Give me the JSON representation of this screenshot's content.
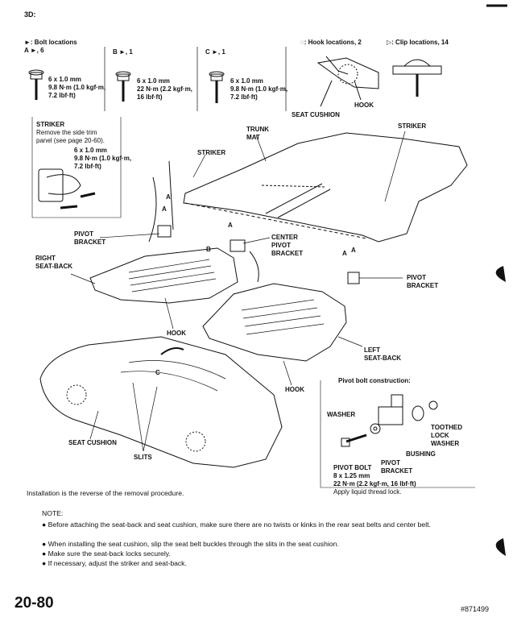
{
  "page_tag": "3D:",
  "legend": {
    "bolt_locations": "►: Bolt locations",
    "hook_locations": "◌: Hook locations, 2",
    "clip_locations": "▷: Clip locations, 14"
  },
  "bolt_groups": [
    {
      "label": "A ►, 6",
      "size": "6 x 1.0 mm",
      "torque1": "9.8 N·m (1.0 kgf·m,",
      "torque2": "7.2 lbf·ft)"
    },
    {
      "label": "B ►, 1",
      "size": "6 x 1.0 mm",
      "torque1": "22 N·m (2.2 kgf·m,",
      "torque2": "16 lbf·ft)"
    },
    {
      "label": "C ►, 1",
      "size": "6 x 1.0 mm",
      "torque1": "9.8 N·m (1.0 kgf·m,",
      "torque2": "7.2 lbf·ft)"
    }
  ],
  "striker_note": {
    "title": "STRIKER",
    "line1": "Remove the side trim",
    "line2": "panel (see page 20-60).",
    "size": "6 x 1.0 mm",
    "torque1": "9.8 N·m (1.0 kgf·m,",
    "torque2": "7.2 lbf·ft)"
  },
  "labels": {
    "seat_cushion_top": "SEAT CUSHION",
    "hook_top": "HOOK",
    "trunk_mat_1": "TRUNK",
    "trunk_mat_2": "MAT",
    "striker_right": "STRIKER",
    "striker_center": "STRIKER",
    "pivot_bracket_1": "PIVOT",
    "pivot_bracket_2": "BRACKET",
    "center_pivot_1": "CENTER",
    "center_pivot_2": "PIVOT",
    "center_pivot_3": "BRACKET",
    "right_seatback_1": "RIGHT",
    "right_seatback_2": "SEAT-BACK",
    "pivot_right_1": "PIVOT",
    "pivot_right_2": "BRACKET",
    "hook_mid": "HOOK",
    "left_seatback_1": "LEFT",
    "left_seatback_2": "SEAT-BACK",
    "hook_low": "HOOK",
    "seat_cushion_low": "SEAT CUSHION",
    "slits": "SLITS",
    "letter_a1": "A",
    "letter_a2": "A",
    "letter_a3": "A",
    "letter_a4": "A",
    "letter_a5": "A",
    "letter_b": "B",
    "letter_c": "C"
  },
  "pivot_construction": {
    "title": "Pivot bolt construction:",
    "washer": "WASHER",
    "toothed_1": "TOOTHED",
    "toothed_2": "LOCK",
    "toothed_3": "WASHER",
    "bushing": "BUSHING",
    "pivot_bolt": "PIVOT BOLT",
    "pivot_bracket_1": "PIVOT",
    "pivot_bracket_2": "BRACKET",
    "bolt_size": "8 x 1.25 mm",
    "bolt_torque": "22 N·m (2.2 kgf·m, 16 lbf·ft)",
    "bolt_note": "Apply liquid thread lock."
  },
  "installation": "Installation is the reverse of the removal procedure.",
  "note": {
    "heading": "NOTE:",
    "items": [
      "Before attaching the seat-back and seat cushion, make sure there are no twists or kinks in the rear seat belts and center belt.",
      "When installing the seat cushion, slip the seat belt buckles through the slits in the seat cushion.",
      "Make sure the seat-back locks securely.",
      "If necessary, adjust the striker and seat-back."
    ]
  },
  "page_number": "20-80",
  "figure_id": "#871499"
}
